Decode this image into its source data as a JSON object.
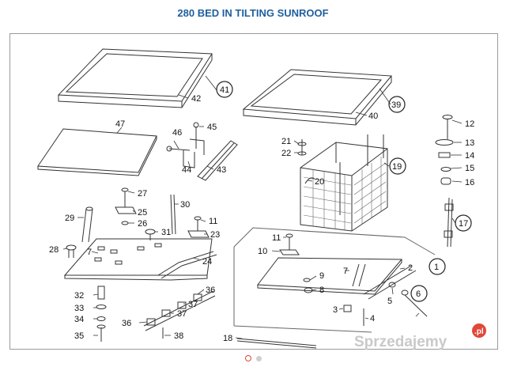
{
  "header": {
    "title": "280 BED IN TILTING SUNROOF"
  },
  "watermark": {
    "text": "Sprzedajemy",
    "suffix": ".pl",
    "accent": "#e0483a"
  },
  "colors": {
    "title": "#1f5f9e",
    "line": "#333333",
    "frame": "#9a9a9a"
  },
  "carousel": {
    "count": 2,
    "active_index": 0
  },
  "parts": [
    {
      "n": "1"
    },
    {
      "n": "2"
    },
    {
      "n": "3"
    },
    {
      "n": "4"
    },
    {
      "n": "5"
    },
    {
      "n": "6"
    },
    {
      "n": "7"
    },
    {
      "n": "8"
    },
    {
      "n": "9"
    },
    {
      "n": "10"
    },
    {
      "n": "11"
    },
    {
      "n": "12"
    },
    {
      "n": "13"
    },
    {
      "n": "14"
    },
    {
      "n": "15"
    },
    {
      "n": "16"
    },
    {
      "n": "17"
    },
    {
      "n": "18"
    },
    {
      "n": "19"
    },
    {
      "n": "20"
    },
    {
      "n": "21"
    },
    {
      "n": "22"
    },
    {
      "n": "23"
    },
    {
      "n": "24"
    },
    {
      "n": "25"
    },
    {
      "n": "26"
    },
    {
      "n": "27"
    },
    {
      "n": "28"
    },
    {
      "n": "29"
    },
    {
      "n": "30"
    },
    {
      "n": "31"
    },
    {
      "n": "32"
    },
    {
      "n": "33"
    },
    {
      "n": "34"
    },
    {
      "n": "35"
    },
    {
      "n": "36"
    },
    {
      "n": "37"
    },
    {
      "n": "38"
    },
    {
      "n": "39"
    },
    {
      "n": "40"
    },
    {
      "n": "41"
    },
    {
      "n": "42"
    },
    {
      "n": "43"
    },
    {
      "n": "44"
    },
    {
      "n": "45"
    },
    {
      "n": "46"
    },
    {
      "n": "47"
    }
  ]
}
